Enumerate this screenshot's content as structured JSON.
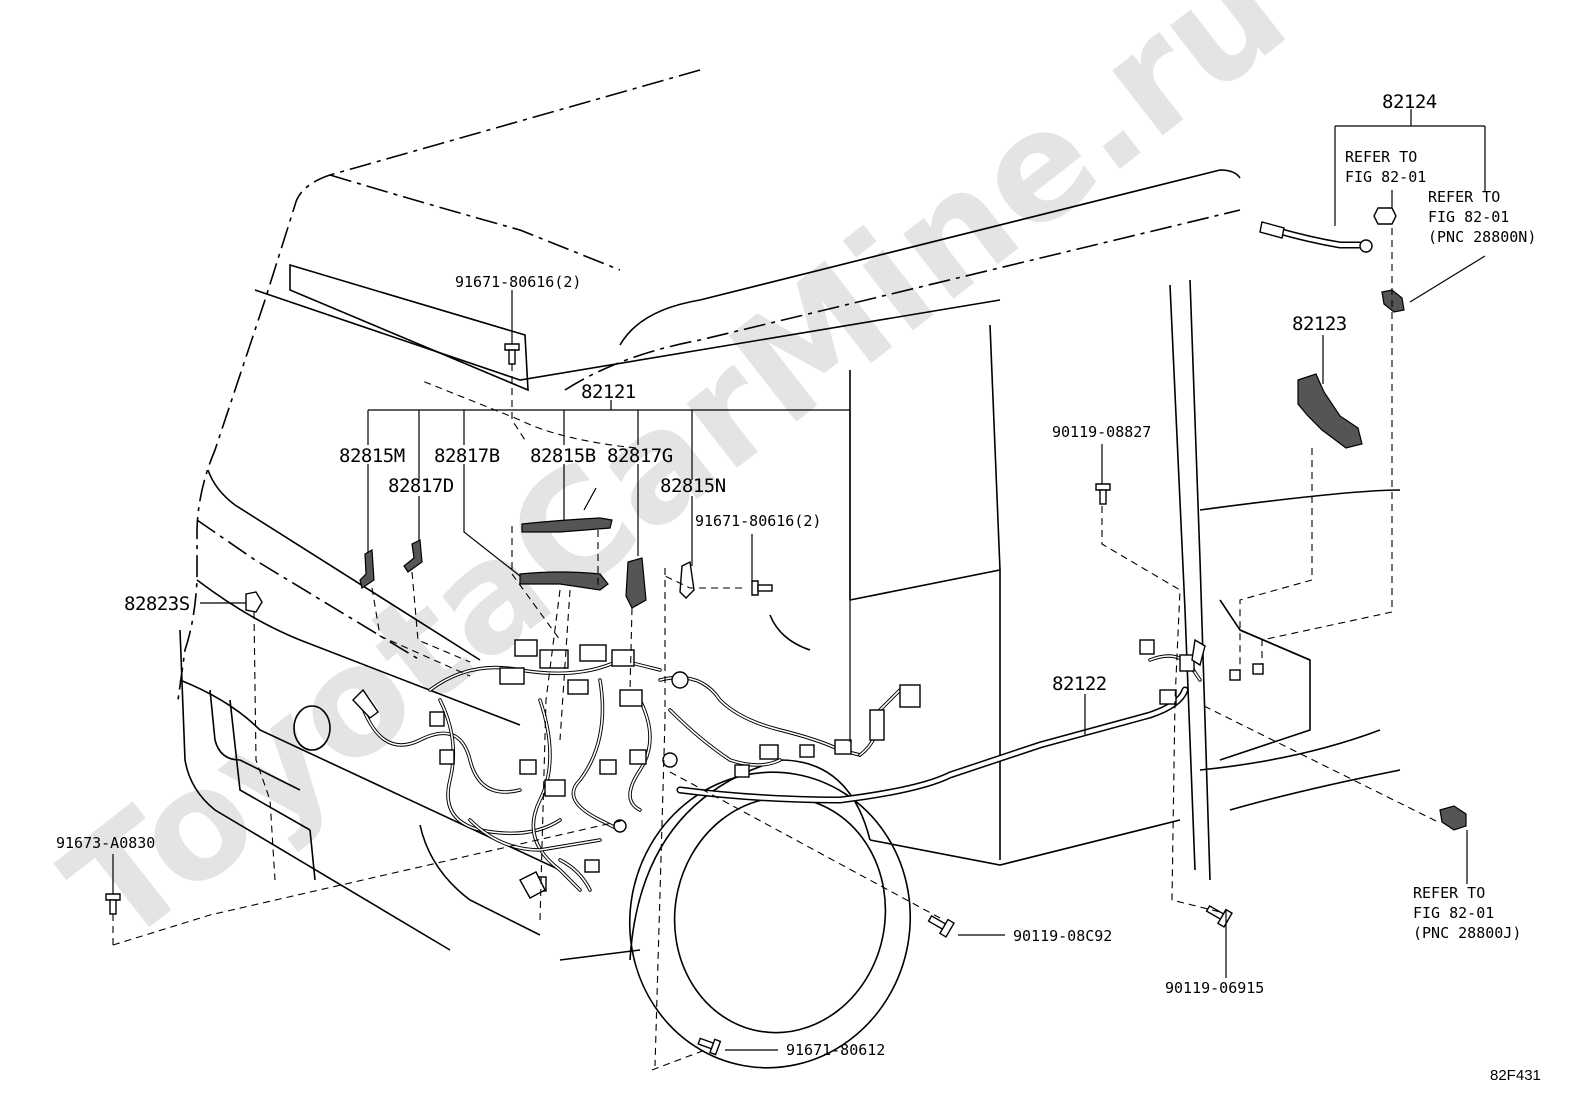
{
  "figure": {
    "watermark": "ToyotaCarMine.ru",
    "figure_id": "82F431"
  },
  "labels": {
    "p82124": "82124",
    "p82121": "82121",
    "p82122": "82122",
    "p82123": "82123",
    "p82815M": "82815M",
    "p82817B": "82817B",
    "p82817D": "82817D",
    "p82815B": "82815B",
    "p82817G": "82817G",
    "p82815N": "82815N",
    "p82823S": "82823S",
    "bolt_top": "91671-80616(2)",
    "bolt_mid": "91671-80616(2)",
    "bolt_90119_08827": "90119-08827",
    "bolt_91673": "91673-A0830",
    "bolt_90119_08C92": "90119-08C92",
    "bolt_90119_06915": "90119-06915",
    "bolt_91671_80612": "91671-80612"
  },
  "refs": {
    "ref1": {
      "line1": "REFER TO",
      "line2": "FIG 82-01"
    },
    "ref2": {
      "line1": "REFER TO",
      "line2": "FIG 82-01",
      "line3": "(PNC 28800N)"
    },
    "ref3": {
      "line1": "REFER TO",
      "line2": "FIG 82-01",
      "line3": "(PNC 28800J)"
    }
  }
}
